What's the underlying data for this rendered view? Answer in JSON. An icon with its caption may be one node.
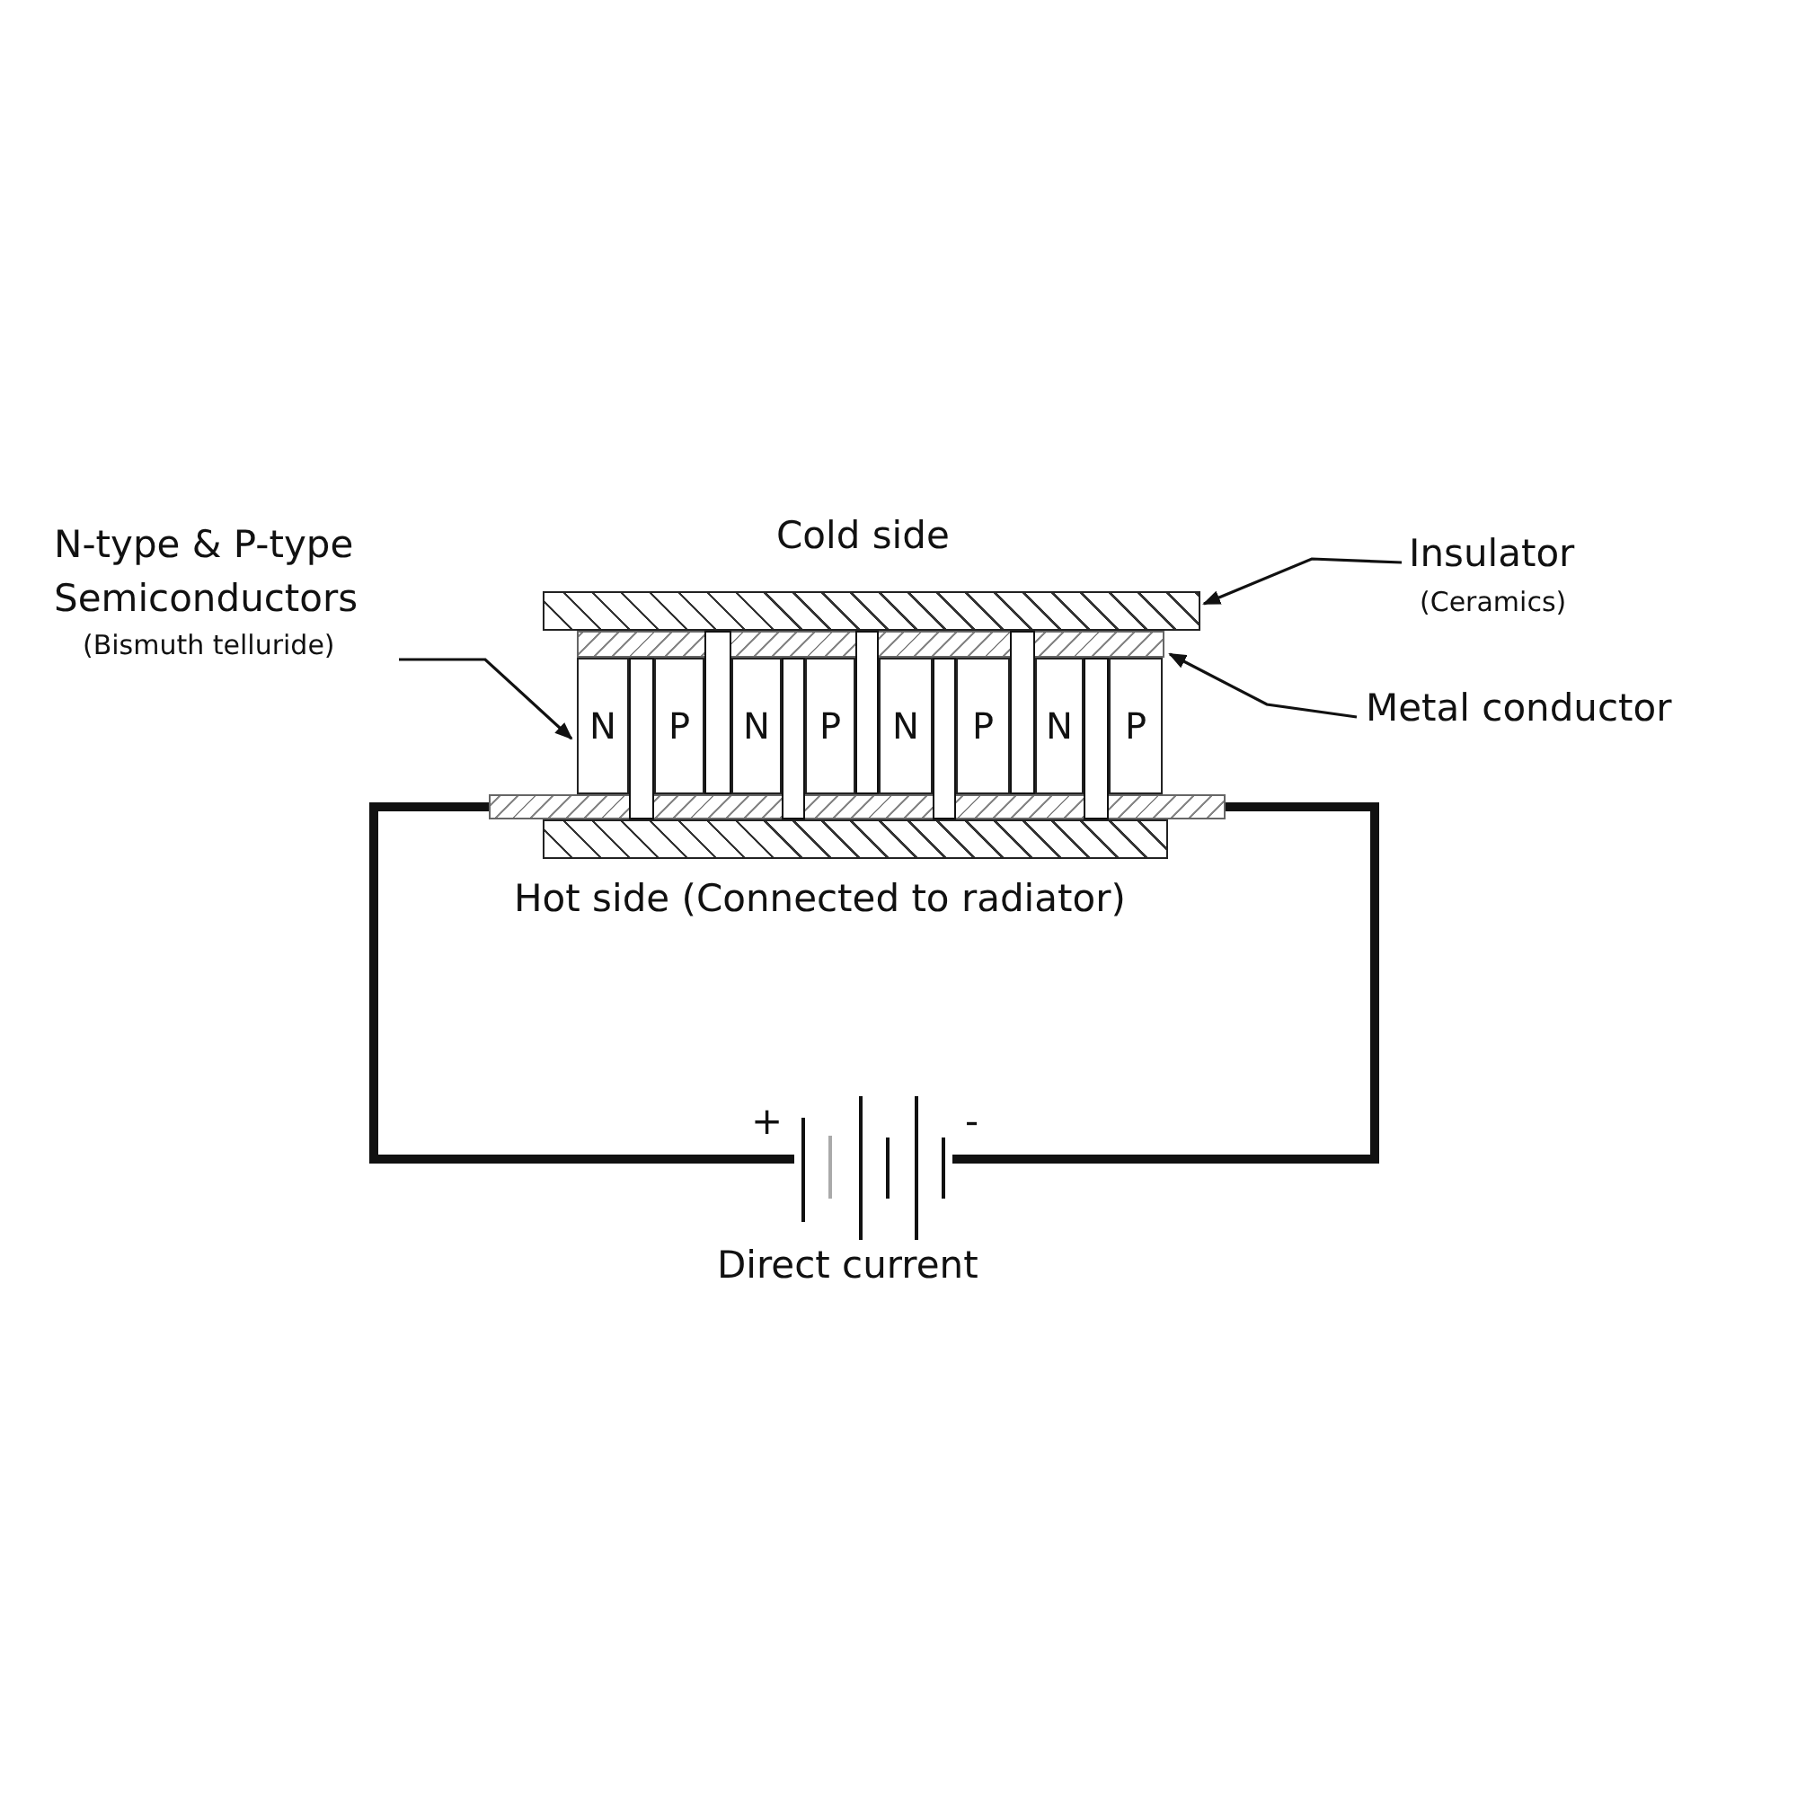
{
  "diagram": {
    "nodes": [
      {
        "text": [
          "N-type & P-type Semiconductors",
          "(Bismuth telluride)"
        ]
      },
      {
        "text": [
          "Insulator",
          "(Ceramics)"
        ]
      },
      {
        "text": [
          "Metal conductor"
        ]
      },
      {
        "text": [],
        "shape": "box"
      },
      {
        "text": [],
        "shape": "box"
      },
      {
        "text": [
          "N"
        ]
      },
      {
        "text": [
          "P"
        ]
      },
      {
        "text": [
          "N"
        ]
      },
      {
        "text": [
          "P"
        ]
      },
      {
        "text": [
          "N"
        ]
      },
      {
        "text": [
          "P"
        ]
      },
      {
        "text": [
          "N"
        ]
      },
      {
        "text": [
          "P"
        ]
      },
      {
        "text": [],
        "shape": "box"
      },
      {
        "text": [],
        "shape": "box"
      },
      {
        "text": [],
        "shape": "battery",
        "beside": [
          "Direct current"
        ]
      },
      {
        "text": [],
        "shape": "bar"
      },
      {
        "text": [],
        "shape": "bar"
      },
      {
        "text": [],
        "shape": "bar"
      },
      {
        "text": [],
        "shape": "bar"
      },
      {
        "text": [],
        "shape": "bar"
      },
      {
        "text": [],
        "shape": "bar"
      },
      {
        "text": [],
        "shape": "bar"
      }
    ],
    "edges": [
      {
        "from": 0,
        "to": 5,
        "arrow": "to"
      },
      {
        "from": 1,
        "to": 3,
        "arrow": "to"
      },
      {
        "from": 2,
        "to": 4,
        "arrow": "to"
      },
      {
        "from": 13,
        "to": 15,
        "arrow": "none",
        "style": "thick"
      },
      {
        "from": 15,
        "to": 13,
        "arrow": "none",
        "style": "thick"
      }
    ],
    "labels": [
      "Cold side",
      "Hot side (Connected to radiator)",
      "+",
      "-"
    ]
  }
}
